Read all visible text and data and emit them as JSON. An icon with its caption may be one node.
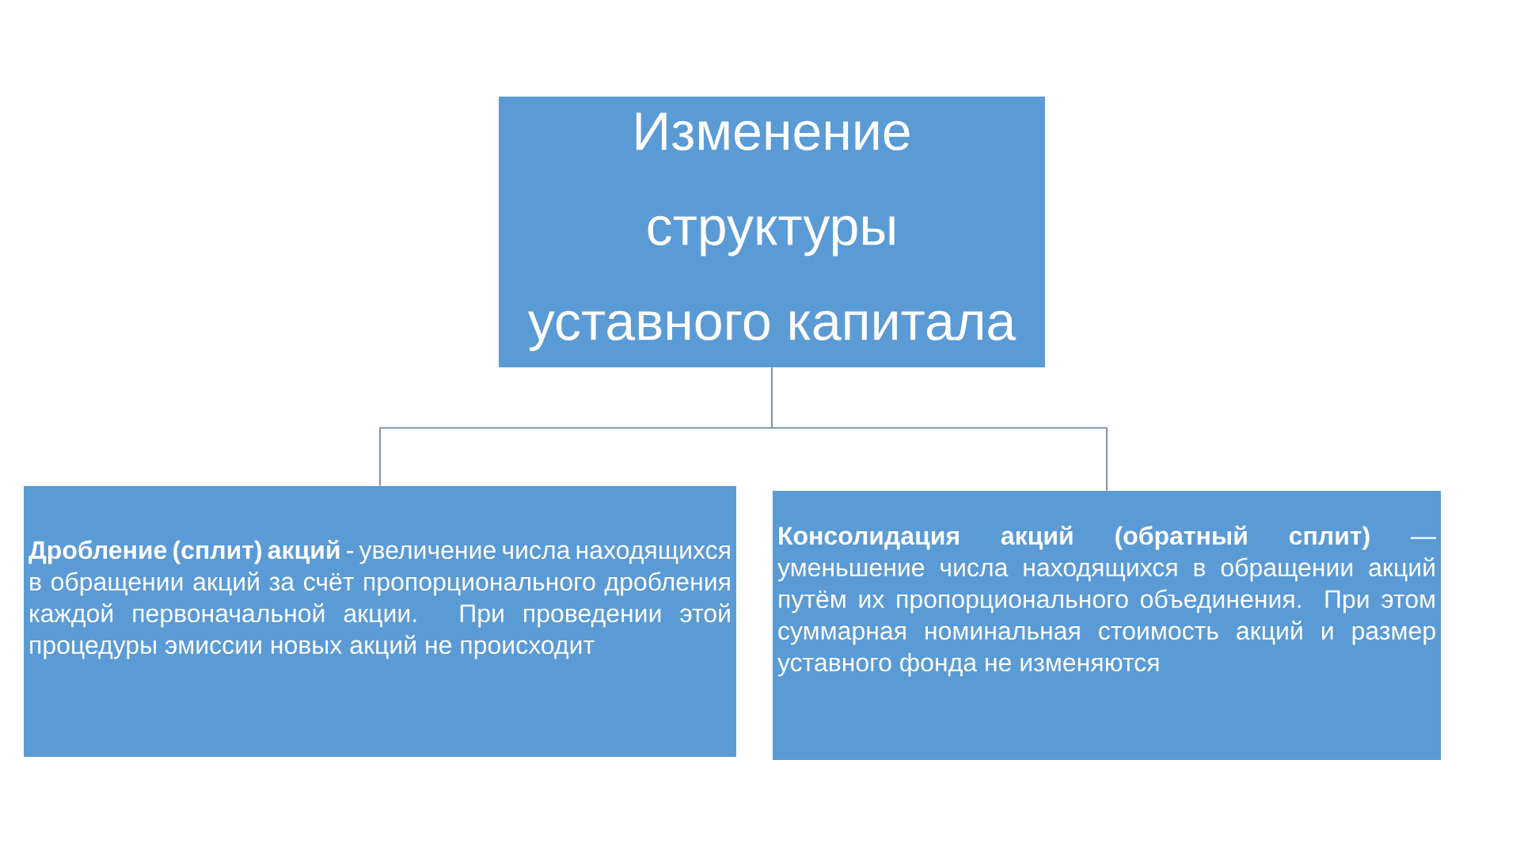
{
  "diagram": {
    "nodes": [
      {
        "text": [
          "Изменение структуры уставного капитала"
        ]
      },
      {
        "text": [
          "**Дробление (сплит) акций** - увеличение числа находящихся в обращении акций за счёт пропорционального дробления каждой первоначальной акции. При проведении этой процедуры эмиссии новых акций не происходит"
        ]
      },
      {
        "text": [
          "**Консолидация акций (обратный сплит)** — уменьшение числа находящихся в обращении акций путём их пропорционального объединения. При этом суммарная номинальная стоимость акций и размер уставного фонда не изменяются"
        ]
      }
    ],
    "edges": [
      {
        "from": 0,
        "to": 1,
        "arrow": "none"
      },
      {
        "from": 0,
        "to": 2,
        "arrow": "none"
      }
    ]
  }
}
